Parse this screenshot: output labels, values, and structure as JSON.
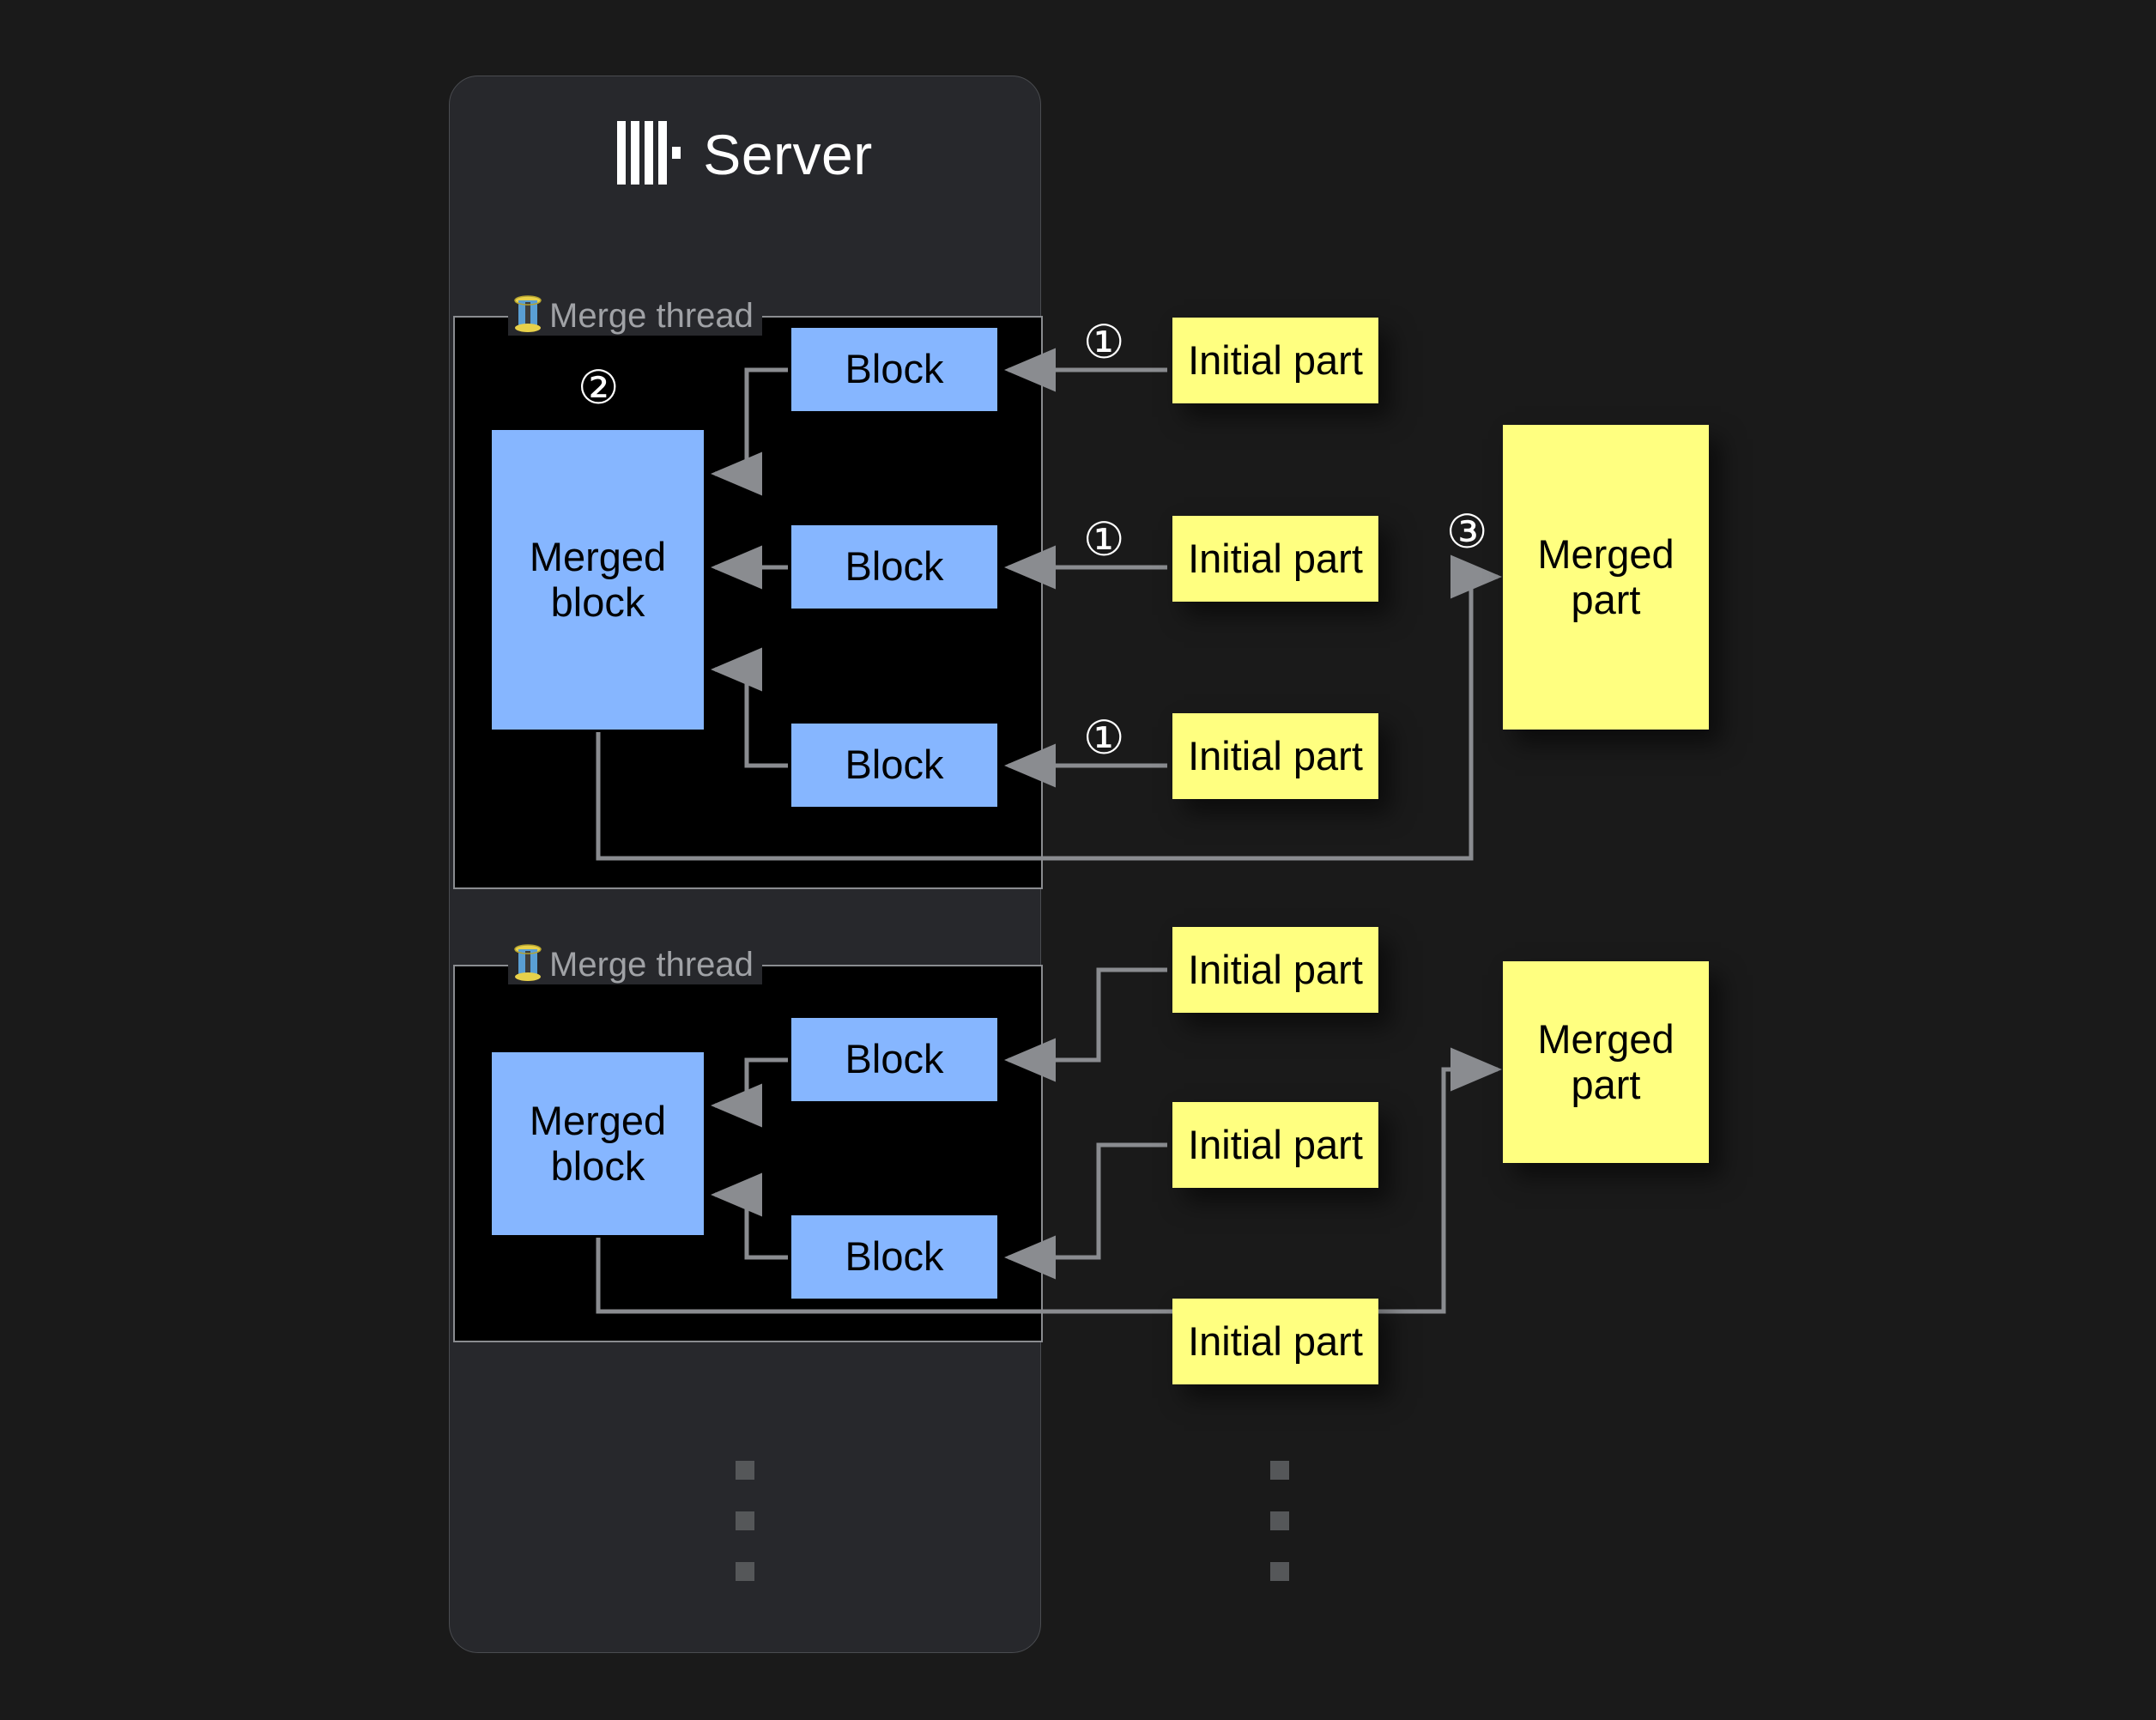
{
  "page": {
    "background_color": "#1a1a1a",
    "title_text": "Server"
  },
  "server": {
    "title": "Server",
    "logo_icon": "clickhouse-logo-icon",
    "panel_color": "#27282c",
    "border_color": "#4a4c50"
  },
  "colors": {
    "block_blue": "#86b6ff",
    "part_yellow": "#ffff80",
    "arrow_gray": "#8a8c90",
    "thread_bg": "#000000",
    "legend_text": "#a0a2a6",
    "dot_gray": "#555759"
  },
  "merge_threads": [
    {
      "legend_icon": "thread-spool-icon",
      "legend_label": "Merge thread",
      "merged_block_label": "Merged block",
      "blocks": [
        {
          "label": "Block"
        },
        {
          "label": "Block"
        },
        {
          "label": "Block"
        }
      ]
    },
    {
      "legend_icon": "thread-spool-icon",
      "legend_label": "Merge thread",
      "merged_block_label": "Merged block",
      "blocks": [
        {
          "label": "Block"
        },
        {
          "label": "Block"
        }
      ]
    }
  ],
  "initial_parts": [
    {
      "label": "Initial part"
    },
    {
      "label": "Initial part"
    },
    {
      "label": "Initial part"
    },
    {
      "label": "Initial part"
    },
    {
      "label": "Initial part"
    },
    {
      "label": "Initial part"
    }
  ],
  "merged_parts": [
    {
      "label": "Merged part"
    },
    {
      "label": "Merged part"
    }
  ],
  "step_badges": [
    {
      "id": "step-1-a",
      "label": "①"
    },
    {
      "id": "step-1-b",
      "label": "①"
    },
    {
      "id": "step-1-c",
      "label": "①"
    },
    {
      "id": "step-2",
      "label": "②"
    },
    {
      "id": "step-3",
      "label": "③"
    }
  ],
  "ellipsis": {
    "left_label": "more merge threads",
    "right_label": "more parts",
    "dot_count": 3
  }
}
